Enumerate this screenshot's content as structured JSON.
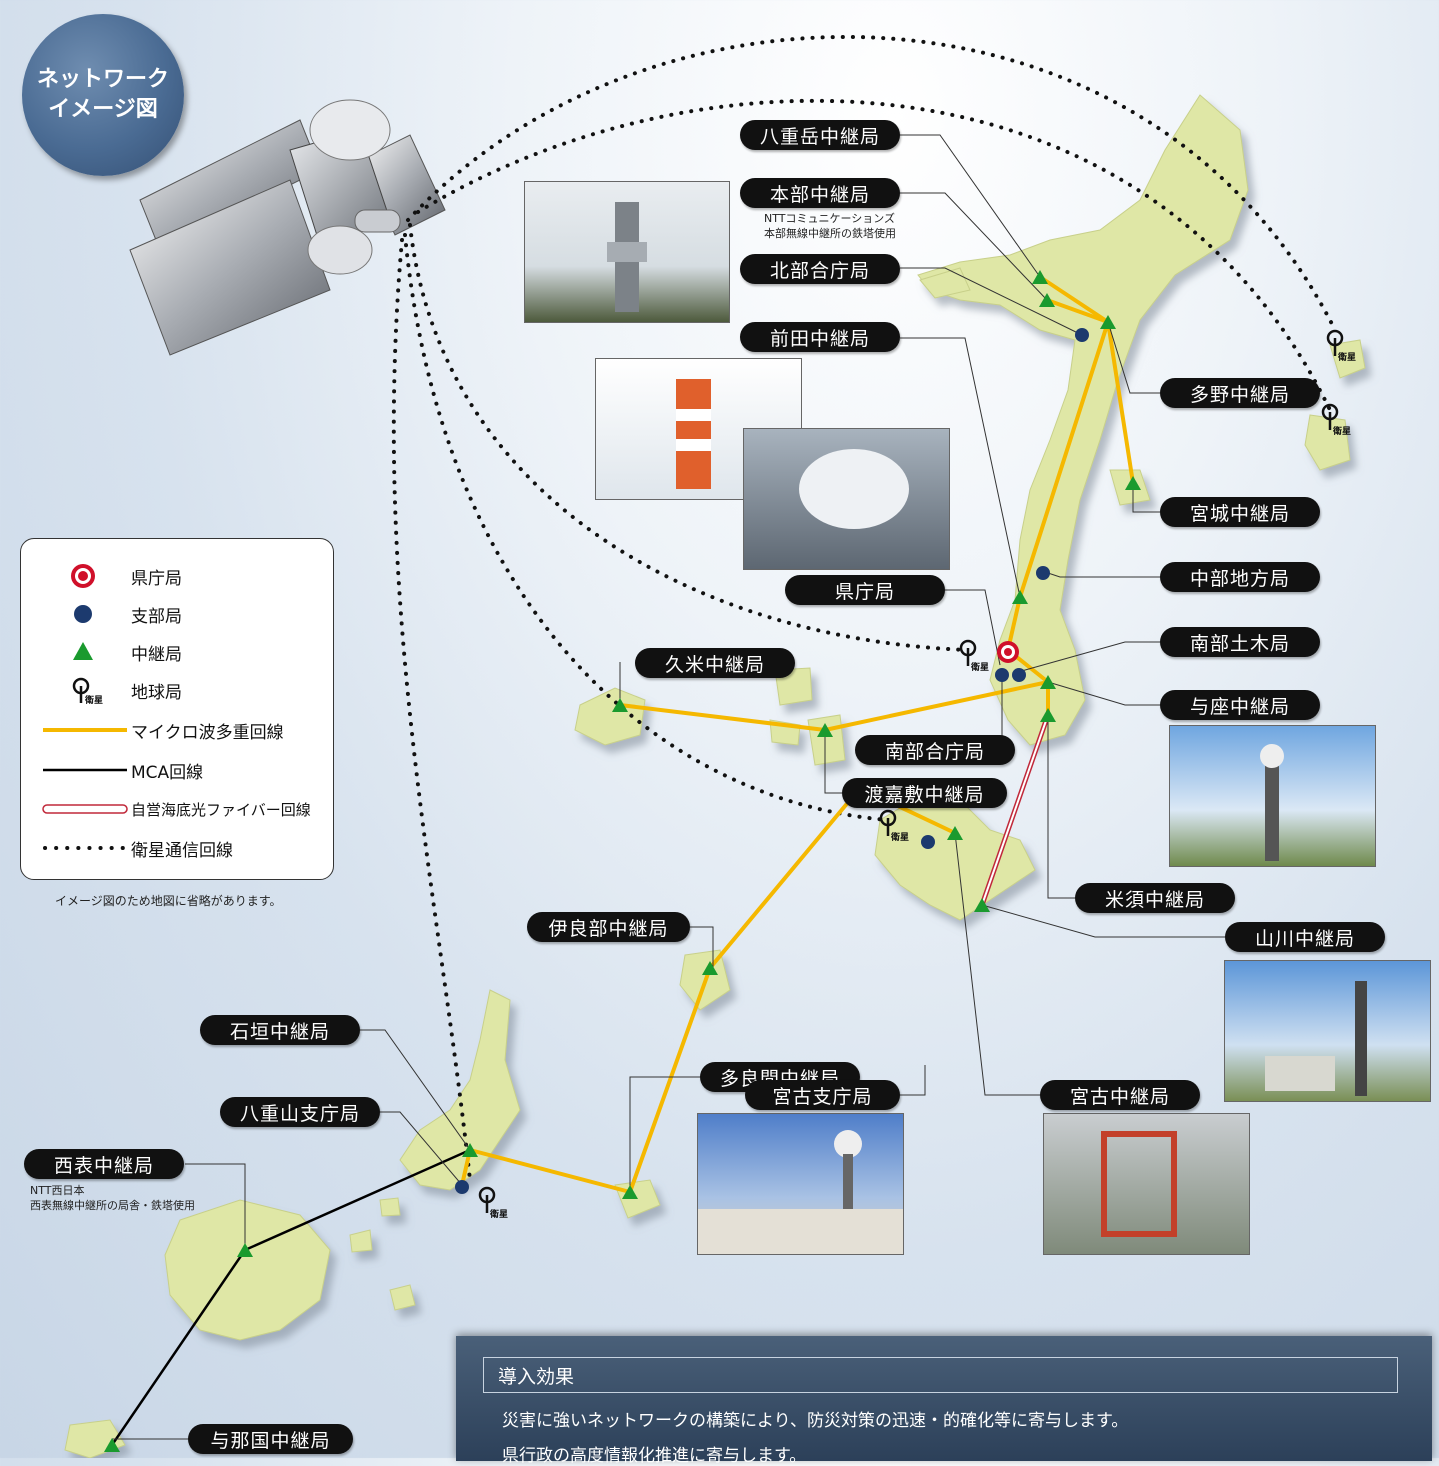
{
  "badge": {
    "line1": "ネットワーク",
    "line2": "イメージ図"
  },
  "labels": {
    "yaedake": "八重岳中継局",
    "motobu": "本部中継局",
    "motobu_note1": "NTTコミュニケーションズ",
    "motobu_note2": "本部無線中継所の鉄塔使用",
    "hokubu": "北部合庁局",
    "maeda": "前田中継局",
    "tano": "多野中継局",
    "miyagi": "宮城中継局",
    "chubu": "中部地方局",
    "kencho": "県庁局",
    "nanbu_doboku": "南部土木局",
    "yoza": "与座中継局",
    "kume": "久米中継局",
    "nanbu_gocho": "南部合庁局",
    "tokashiki": "渡嘉敷中継局",
    "kumejima_yone": "米須中継局",
    "irabu": "伊良部中継局",
    "yamakawa": "山川中継局",
    "ishigaki": "石垣中継局",
    "taramajima": "多良間中継局",
    "miyako_shicho": "宮古支庁局",
    "miyako": "宮古中継局",
    "yaeyama": "八重山支庁局",
    "iriomote": "西表中継局",
    "iriomote_note1": "NTT西日本",
    "iriomote_note2": "西表無線中継所の局舎・鉄塔使用",
    "yonaguni": "与那国中継局",
    "sat": "衛星"
  },
  "legend": {
    "items": [
      {
        "label": "県庁局"
      },
      {
        "label": "支部局"
      },
      {
        "label": "中継局"
      },
      {
        "label": "地球局"
      },
      {
        "label": "マイクロ波多重回線"
      },
      {
        "label": "MCA回線"
      },
      {
        "label": "自営海底光ファイバー回線"
      },
      {
        "label": "衛星通信回線"
      }
    ],
    "sat_symbol_text": "衛星",
    "caption": "イメージ図のため地図に省略があります。"
  },
  "effect": {
    "title": "導入効果",
    "line1": "災害に強いネットワークの構築により、防災対策の迅速・的確化等に寄与します。",
    "line2": "県行政の高度情報化推進に寄与します。"
  },
  "colors": {
    "microwave": "#f5b800",
    "mca": "#000000",
    "fiber": "#c0283a",
    "relay": "#1a9a2e",
    "branch": "#1c3a6e",
    "hq": "#d0102a",
    "land": "#dfe7a6"
  }
}
